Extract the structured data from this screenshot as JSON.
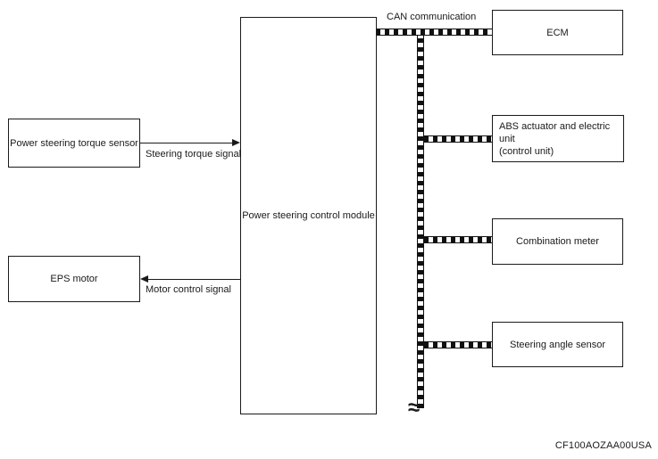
{
  "header": {
    "can_label": "CAN communication"
  },
  "boxes": {
    "torque_sensor": {
      "label": "Power steering torque sensor"
    },
    "eps_motor": {
      "label": "EPS motor"
    },
    "control_module": {
      "label": "Power steering control module"
    },
    "ecm": {
      "label": "ECM"
    },
    "abs_unit": {
      "line1": "ABS actuator and electric unit",
      "line2": "(control unit)"
    },
    "combination_meter": {
      "label": "Combination meter"
    },
    "steering_angle_sensor": {
      "label": "Steering angle sensor"
    }
  },
  "signals": {
    "steering_torque": {
      "label": "Steering torque signal"
    },
    "motor_control": {
      "label": "Motor control signal"
    }
  },
  "symbols": {
    "line_break": "≈"
  },
  "footer": {
    "figure_code": "CF100AOZAA00USA"
  },
  "colors": {
    "line": "#1a1a1a",
    "background": "#ffffff",
    "bus_fill": "#111111"
  }
}
